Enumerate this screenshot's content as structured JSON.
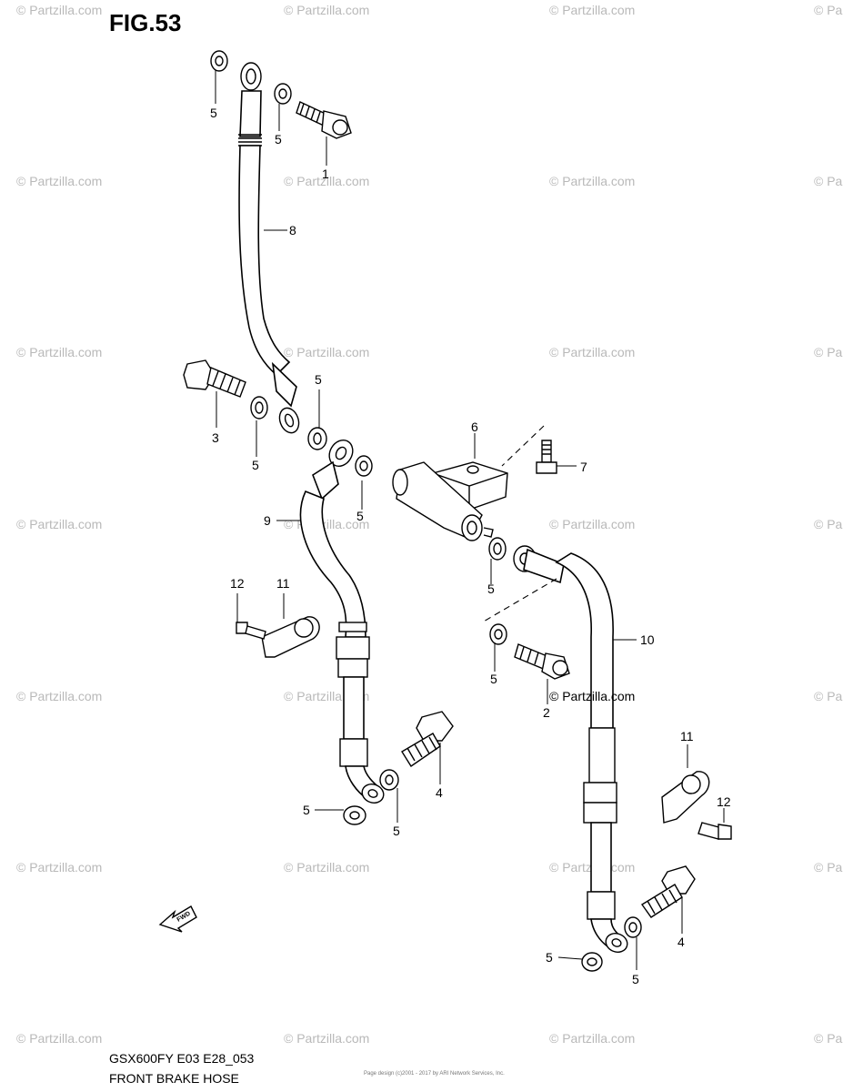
{
  "figure": {
    "title": "FIG.53",
    "model": "GSX600FY E03 E28_053",
    "section": "FRONT BRAKE  HOSE",
    "fwd_label": "FWD",
    "watermark": "© Partzilla.com",
    "inline_watermark": "© Partzilla.com",
    "fine_print": "Page design (c)2001 - 2017 by ARI Network Services, Inc."
  },
  "callouts": [
    {
      "id": "c1",
      "text": "1"
    },
    {
      "id": "c2",
      "text": "2"
    },
    {
      "id": "c3",
      "text": "3"
    },
    {
      "id": "c4a",
      "text": "4"
    },
    {
      "id": "c4b",
      "text": "4"
    },
    {
      "id": "c5a",
      "text": "5"
    },
    {
      "id": "c5b",
      "text": "5"
    },
    {
      "id": "c5c",
      "text": "5"
    },
    {
      "id": "c5d",
      "text": "5"
    },
    {
      "id": "c5e",
      "text": "5"
    },
    {
      "id": "c5f",
      "text": "5"
    },
    {
      "id": "c5g",
      "text": "5"
    },
    {
      "id": "c5h",
      "text": "5"
    },
    {
      "id": "c5i",
      "text": "5"
    },
    {
      "id": "c5j",
      "text": "5"
    },
    {
      "id": "c5k",
      "text": "5"
    },
    {
      "id": "c6",
      "text": "6"
    },
    {
      "id": "c7",
      "text": "7"
    },
    {
      "id": "c8",
      "text": "8"
    },
    {
      "id": "c9",
      "text": "9"
    },
    {
      "id": "c10",
      "text": "10"
    },
    {
      "id": "c11a",
      "text": "11"
    },
    {
      "id": "c11b",
      "text": "11"
    },
    {
      "id": "c12a",
      "text": "12"
    },
    {
      "id": "c12b",
      "text": "12"
    }
  ]
}
